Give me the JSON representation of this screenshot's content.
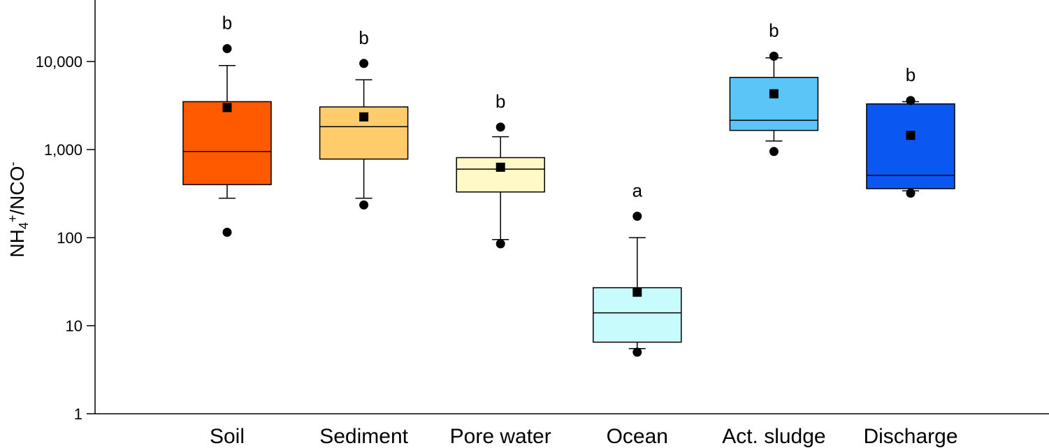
{
  "chart_data": {
    "type": "box",
    "ylabel": {
      "base": "NH",
      "sub1": "4",
      "sup1": "+",
      "mid": "/NCO",
      "sup2": "-"
    },
    "yscale": "log",
    "ylim": [
      1,
      50000
    ],
    "yticks": [
      1,
      10,
      100,
      1000,
      10000
    ],
    "ytick_labels": [
      "1",
      "10",
      "100",
      "1,000",
      "10,000"
    ],
    "categories": [
      "Soil",
      "Sediment",
      "Pore water",
      "Ocean",
      "Act. sludge",
      "Discharge"
    ],
    "boxes": [
      {
        "name": "Soil",
        "color": "#ff5a00",
        "q1": 400,
        "median": 950,
        "q3": 3500,
        "whisker_low": 280,
        "whisker_high": 9000,
        "mean": 3000,
        "outliers": [
          115,
          14000
        ],
        "significance": "b"
      },
      {
        "name": "Sediment",
        "color": "#ffcc6b",
        "q1": 780,
        "median": 1820,
        "q3": 3050,
        "whisker_low": 280,
        "whisker_high": 6200,
        "mean": 2350,
        "outliers": [
          235,
          9500
        ],
        "significance": "b"
      },
      {
        "name": "Pore water",
        "color": "#fff9c8",
        "q1": 330,
        "median": 600,
        "q3": 810,
        "whisker_low": 95,
        "whisker_high": 1400,
        "mean": 630,
        "outliers": [
          85,
          1800
        ],
        "significance": "b"
      },
      {
        "name": "Ocean",
        "color": "#c8fcfc",
        "q1": 6.5,
        "median": 14,
        "q3": 27,
        "whisker_low": 5.5,
        "whisker_high": 100,
        "mean": 24,
        "outliers": [
          5,
          175
        ],
        "significance": "a"
      },
      {
        "name": "Act. sludge",
        "color": "#5cc5f7",
        "q1": 1650,
        "median": 2150,
        "q3": 6600,
        "whisker_low": 1250,
        "whisker_high": 11000,
        "mean": 4300,
        "outliers": [
          950,
          11500
        ],
        "significance": "b"
      },
      {
        "name": "Discharge",
        "color": "#0a57f2",
        "q1": 360,
        "median": 510,
        "q3": 3300,
        "whisker_low": 340,
        "whisker_high": 3500,
        "mean": 1450,
        "outliers": [
          320,
          3600
        ],
        "significance": "b"
      }
    ]
  }
}
